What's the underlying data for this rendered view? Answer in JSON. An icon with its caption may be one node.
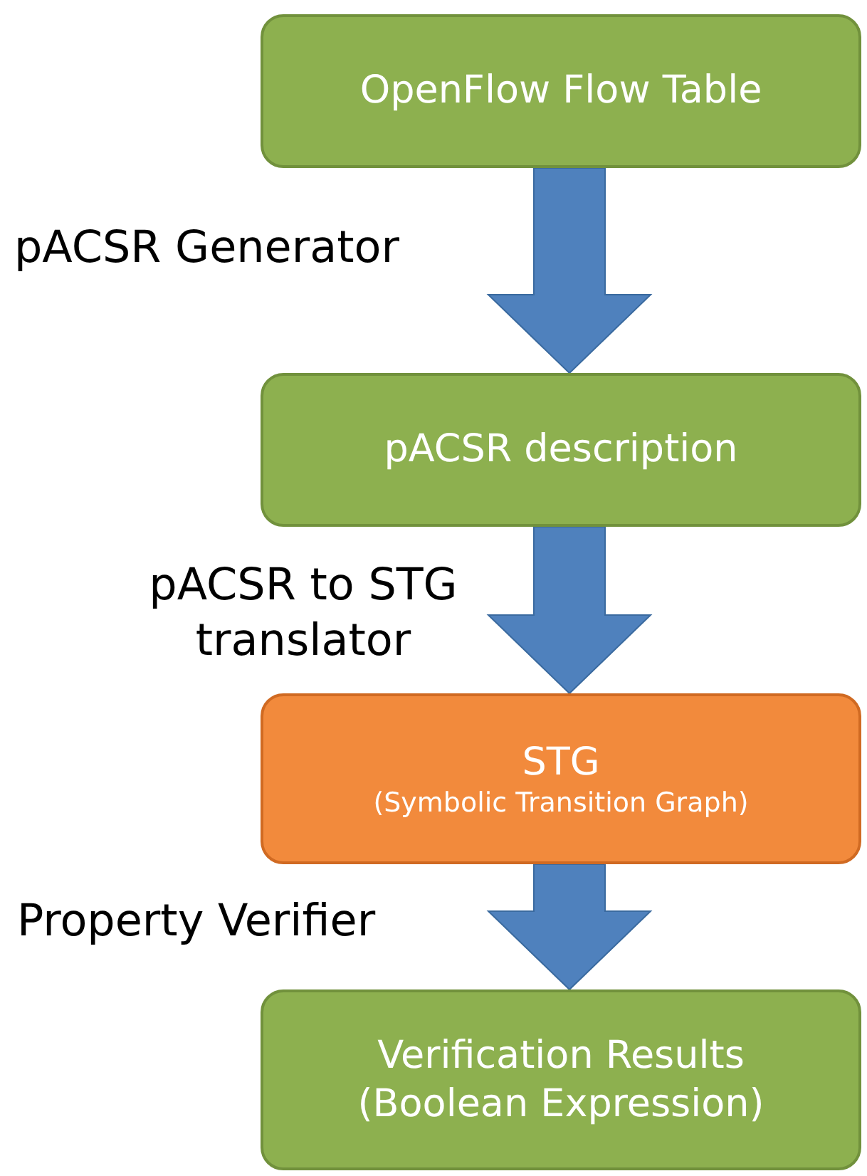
{
  "diagram": {
    "nodes": [
      {
        "text": [
          "OpenFlow Flow Table"
        ]
      },
      {
        "text": [
          "pACSR description"
        ]
      },
      {
        "text": [
          "STG",
          "(Symbolic Transition Graph)"
        ]
      },
      {
        "text": [
          "Verification Results (Boolean Expression)"
        ]
      }
    ],
    "edges": [
      {
        "from": 0,
        "to": 1,
        "arrow": "to",
        "label": "pACSR Generator"
      },
      {
        "from": 1,
        "to": 2,
        "arrow": "to",
        "label": "pACSR to STG translator"
      },
      {
        "from": 2,
        "to": 3,
        "arrow": "to",
        "label": "Property Verifier"
      }
    ]
  }
}
